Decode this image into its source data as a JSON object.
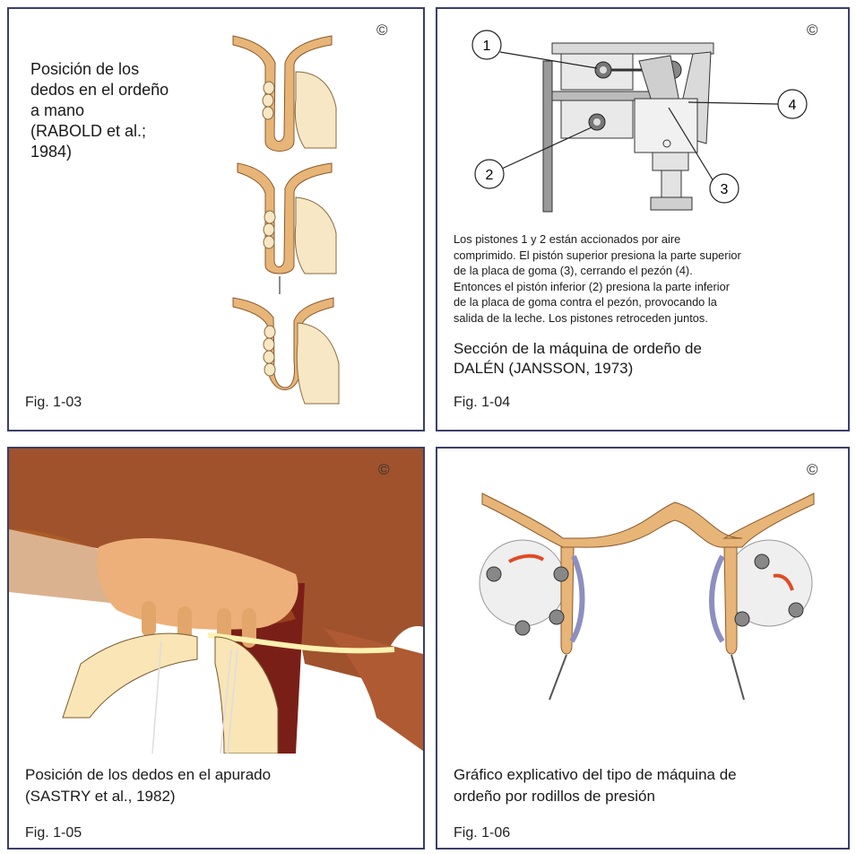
{
  "copyright_symbol": "©",
  "panel1": {
    "caption_lines": [
      "Posición de los",
      "dedos en el ordeño",
      "a mano",
      "(RABOLD et al.;",
      "1984)"
    ],
    "fig_label": "Fig. 1-03"
  },
  "panel2": {
    "callouts": [
      "1",
      "2",
      "3",
      "4"
    ],
    "description_lines": [
      "Los pistones 1 y 2 están accionados por aire",
      "comprimido. El pistón superior presiona la parte superior",
      "de la placa de goma (3), cerrando el pezón (4).",
      "Entonces el pistón inferior (2) presiona la parte inferior",
      "de la placa de goma contra el pezón, provocando la",
      "salida de la leche. Los pistones retroceden juntos."
    ],
    "title_lines": [
      "Sección de la máquina de ordeño de",
      "DALÉN (JANSSON, 1973)"
    ],
    "fig_label": "Fig. 1-04"
  },
  "panel3": {
    "caption_lines": [
      "Posición de los dedos en el apurado",
      "(SASTRY et al., 1982)"
    ],
    "fig_label": "Fig. 1-05"
  },
  "panel4": {
    "caption_lines": [
      "Gráfico explicativo del tipo de máquina de",
      "ordeño por rodillos de presión"
    ],
    "fig_label": "Fig. 1-06"
  }
}
